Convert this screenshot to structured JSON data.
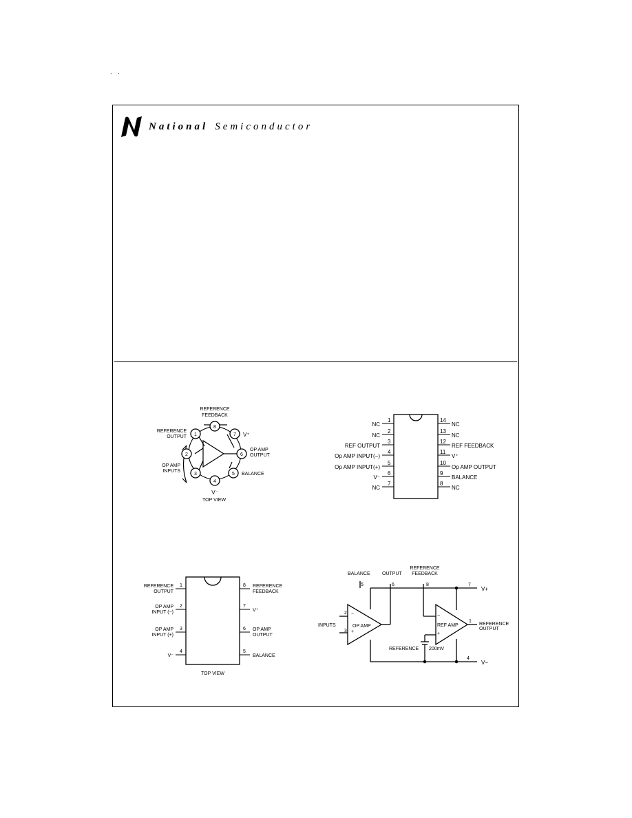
{
  "header": {
    "corner_mark": ". .",
    "brand_bold": "National",
    "brand_regular": "Semiconductor"
  },
  "round_package": {
    "labels": {
      "ref_feedback_1": "REFERENCE",
      "ref_feedback_2": "FEEDBACK",
      "ref_output_1": "REFERENCE",
      "ref_output_2": "OUTPUT",
      "vplus": "V⁺",
      "op_out_1": "OP AMP",
      "op_out_2": "OUTPUT",
      "op_in_1": "OP AMP",
      "op_in_2": "INPUTS",
      "balance": "BALANCE",
      "vminus": "V⁻",
      "view": "TOP VIEW"
    },
    "pins": [
      "1",
      "2",
      "3",
      "4",
      "5",
      "6",
      "7",
      "8"
    ]
  },
  "dip14": {
    "left_pins": [
      {
        "num": "1",
        "label": "NC"
      },
      {
        "num": "2",
        "label": "NC"
      },
      {
        "num": "3",
        "label": "REF OUTPUT"
      },
      {
        "num": "4",
        "label": "Op AMP INPUT(−)"
      },
      {
        "num": "5",
        "label": "Op AMP INPUT(+)"
      },
      {
        "num": "6",
        "label": "V⁻"
      },
      {
        "num": "7",
        "label": "NC"
      }
    ],
    "right_pins": [
      {
        "num": "14",
        "label": "NC"
      },
      {
        "num": "13",
        "label": "NC"
      },
      {
        "num": "12",
        "label": "REF FEEDBACK"
      },
      {
        "num": "11",
        "label": "V⁺"
      },
      {
        "num": "10",
        "label": "Op AMP OUTPUT"
      },
      {
        "num": "9",
        "label": "BALANCE"
      },
      {
        "num": "8",
        "label": "NC"
      }
    ]
  },
  "dip8": {
    "left_pins": [
      {
        "num": "1",
        "l1": "REFERENCE",
        "l2": "OUTPUT"
      },
      {
        "num": "2",
        "l1": "OP AMP",
        "l2": "INPUT (−)"
      },
      {
        "num": "3",
        "l1": "OP AMP",
        "l2": "INPUT (+)"
      },
      {
        "num": "4",
        "l1": "V⁻",
        "l2": ""
      }
    ],
    "right_pins": [
      {
        "num": "8",
        "l1": "REFERENCE",
        "l2": "FEEDBACK"
      },
      {
        "num": "7",
        "l1": "V⁺",
        "l2": ""
      },
      {
        "num": "6",
        "l1": "OP AMP",
        "l2": "OUTPUT"
      },
      {
        "num": "5",
        "l1": "BALANCE",
        "l2": ""
      }
    ],
    "view": "TOP VIEW"
  },
  "schematic": {
    "balance": "BALANCE",
    "output": "OUTPUT",
    "ref_feedback_1": "REFERENCE",
    "ref_feedback_2": "FEEDBACK",
    "pin5": "5",
    "pin6": "6",
    "pin8": "8",
    "pin7": "7",
    "pin2": "2",
    "pin3": "3",
    "pin1": "1",
    "pin4": "4",
    "vplus": "V+",
    "vminus": "V−",
    "inputs": "INPUTS",
    "op_amp": "OP AMP",
    "ref_amp": "REF AMP",
    "ref_output_1": "REFERENCE",
    "ref_output_2": "OUTPUT",
    "reference": "REFERENCE",
    "voltage": "200mV",
    "minus": "−",
    "plus": "+"
  }
}
